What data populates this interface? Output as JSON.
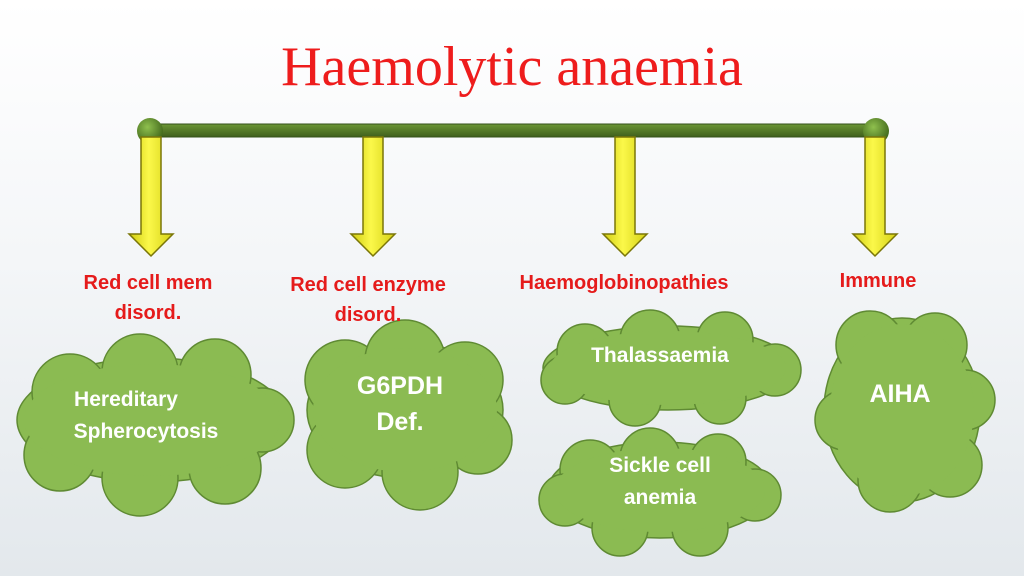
{
  "title": "Haemolytic anaemia",
  "colors": {
    "title": "#ee1c1c",
    "category_text": "#e51b1b",
    "connector_bar": "#4f7424",
    "arrow_fill": "#f6f22a",
    "cloud_fill": "#8bbb52",
    "cloud_text": "#ffffff"
  },
  "categories": [
    {
      "lines": [
        "Red cell mem",
        "disord."
      ]
    },
    {
      "lines": [
        "Red cell enzyme",
        "disord."
      ]
    },
    {
      "lines": [
        "Haemoglobinopathies"
      ]
    },
    {
      "lines": [
        "Immune"
      ]
    }
  ],
  "examples": [
    {
      "lines": [
        "Hereditary",
        "Spherocytosis"
      ]
    },
    {
      "lines": [
        "G6PDH",
        "Def."
      ]
    },
    {
      "lines": [
        "Thalassaemia"
      ]
    },
    {
      "lines": [
        "Sickle cell",
        "anemia"
      ]
    },
    {
      "lines": [
        "AIHA"
      ]
    }
  ]
}
